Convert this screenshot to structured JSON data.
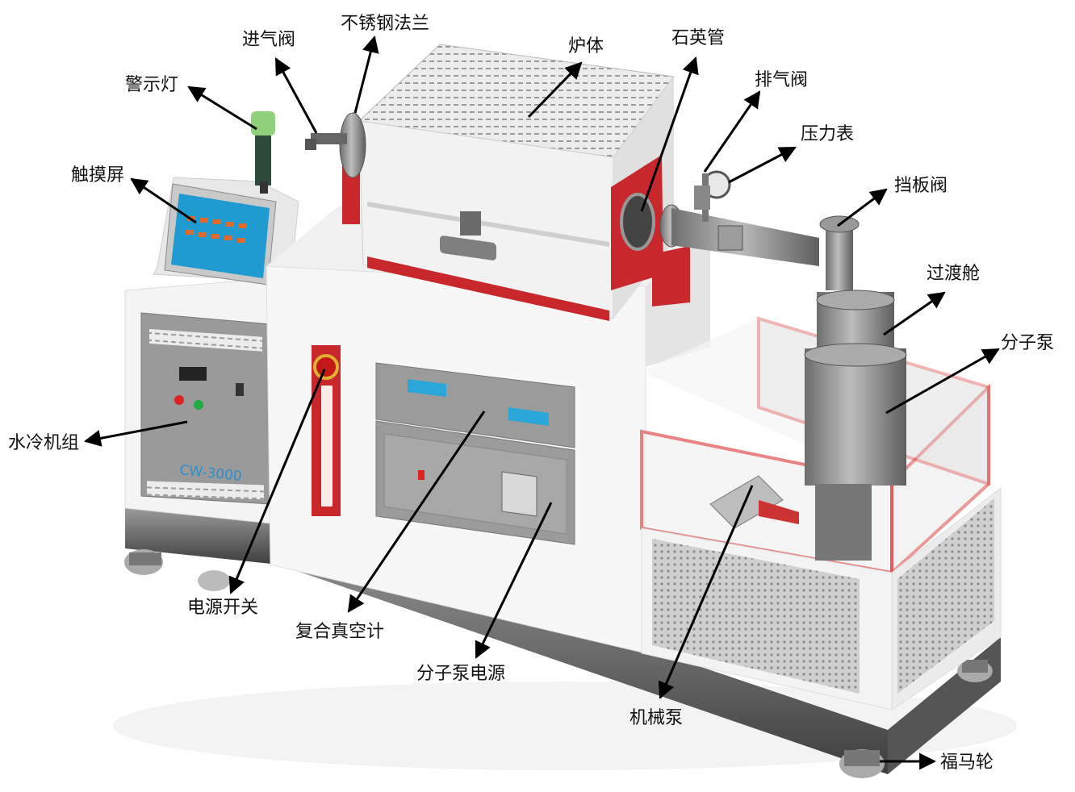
{
  "labels": {
    "warning_light": "警示灯",
    "inlet_valve": "进气阀",
    "flange": "不锈钢法兰",
    "furnace_body": "炉体",
    "quartz_tube": "石英管",
    "exhaust_valve": "排气阀",
    "pressure_gauge": "压力表",
    "baffle_valve": "挡板阀",
    "touch_screen": "触摸屏",
    "transition_chamber": "过渡舱",
    "molecular_pump": "分子泵",
    "water_chiller": "水冷机组",
    "power_switch": "电源开关",
    "vacuum_gauge": "复合真空计",
    "pump_power": "分子泵电源",
    "mechanical_pump": "机械泵",
    "caster": "福马轮"
  },
  "machine": {
    "chiller_model": "CW-3000"
  },
  "colors": {
    "accent_red": "#c8282c",
    "cabinet_white": "#f2f2f2",
    "panel_gray": "#8f8f8f",
    "steel": "#8a8a8a",
    "screen_blue": "#2aa7d8",
    "base_dark": "#444444"
  }
}
